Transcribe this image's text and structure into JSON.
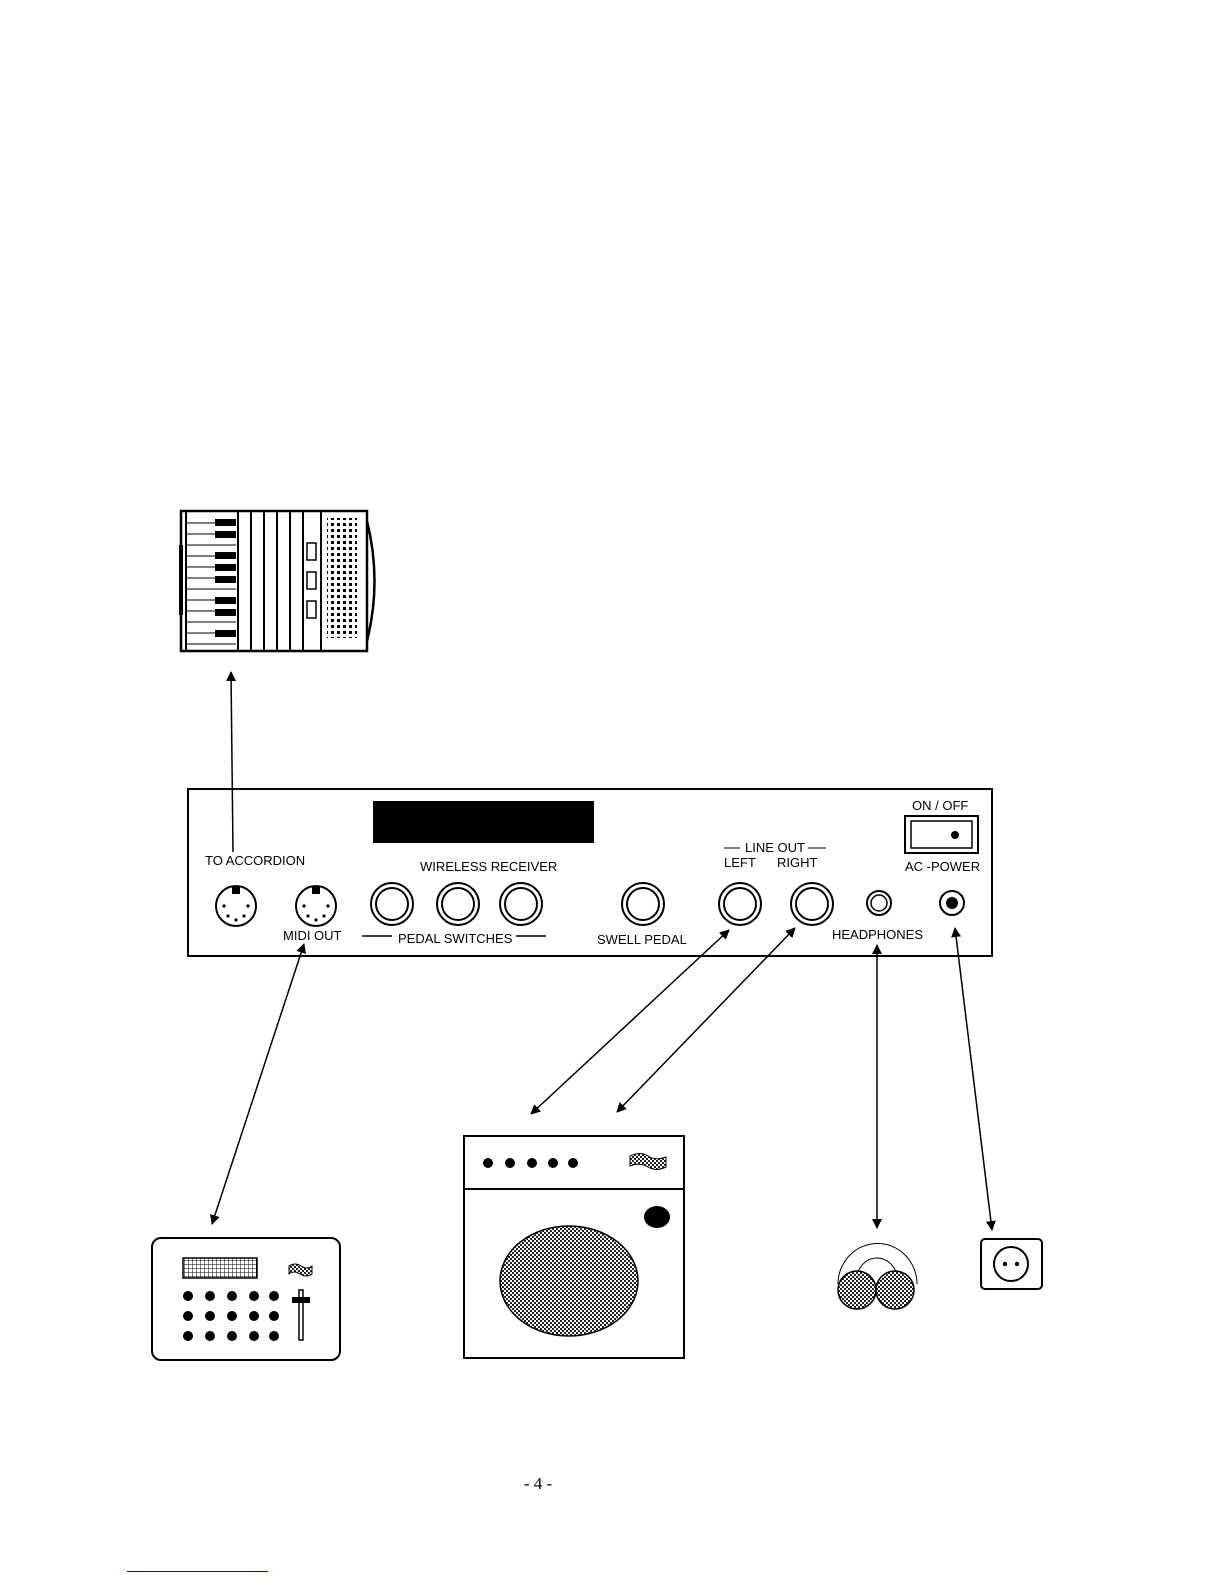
{
  "panel": {
    "to_accordion": "TO ACCORDION",
    "midi_out": "MIDI OUT",
    "wireless_receiver": "WIRELESS RECEIVER",
    "pedal_switches": "PEDAL SWITCHES",
    "swell_pedal": "SWELL PEDAL",
    "line_out": "LINE OUT",
    "left": "LEFT",
    "right": "RIGHT",
    "on_off": "ON / OFF",
    "ac_power": "AC -POWER",
    "headphones": "HEADPHONES"
  },
  "page_number": "- 4 -",
  "icons": [
    "accordion-icon",
    "midi-device-icon",
    "amplifier-icon",
    "headphones-icon",
    "power-outlet-icon"
  ],
  "colors": {
    "ink": "#000000",
    "footer_link": "#0000ee"
  }
}
